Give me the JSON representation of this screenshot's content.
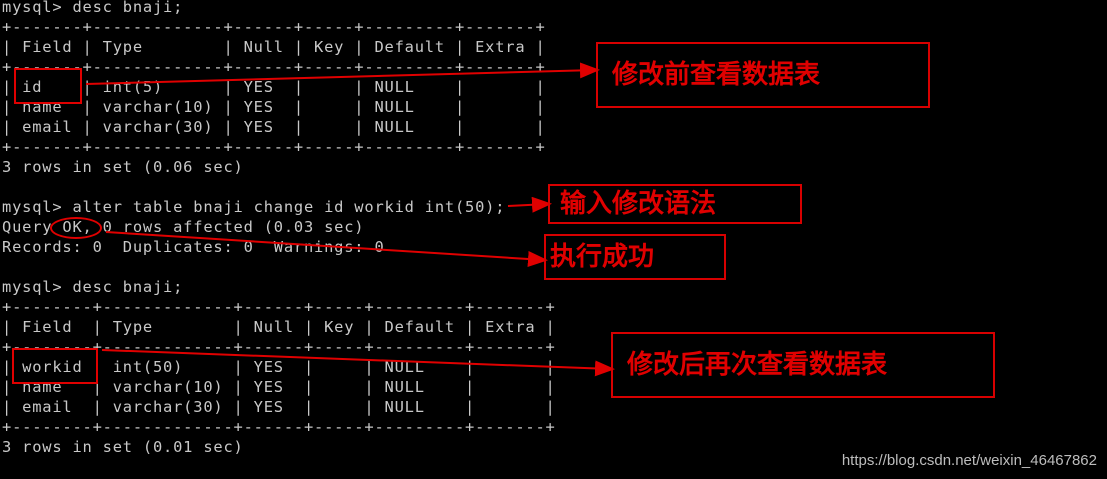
{
  "terminal": {
    "lines": [
      "mysql> desc bnaji;",
      "+-------+-------------+------+-----+---------+-------+",
      "| Field | Type        | Null | Key | Default | Extra |",
      "+-------+-------------+------+-----+---------+-------+",
      "| id    | int(5)      | YES  |     | NULL    |       |",
      "| name  | varchar(10) | YES  |     | NULL    |       |",
      "| email | varchar(30) | YES  |     | NULL    |       |",
      "+-------+-------------+------+-----+---------+-------+",
      "3 rows in set (0.06 sec)",
      "",
      "mysql> alter table bnaji change id workid int(50);",
      "Query OK, 0 rows affected (0.03 sec)",
      "Records: 0  Duplicates: 0  Warnings: 0",
      "",
      "mysql> desc bnaji;",
      "+--------+-------------+------+-----+---------+-------+",
      "| Field  | Type        | Null | Key | Default | Extra |",
      "+--------+-------------+------+-----+---------+-------+",
      "| workid | int(50)     | YES  |     | NULL    |       |",
      "| name   | varchar(10) | YES  |     | NULL    |       |",
      "| email  | varchar(30) | YES  |     | NULL    |       |",
      "+--------+-------------+------+-----+---------+-------+",
      "3 rows in set (0.01 sec)"
    ]
  },
  "annotations": {
    "before_label": "修改前查看数据表",
    "syntax_label": "输入修改语法",
    "success_label": "执行成功",
    "after_label": "修改后再次查看数据表"
  },
  "watermark": "https://blog.csdn.net/weixin_46467862",
  "colors": {
    "background": "#000000",
    "text": "#c8c8c8",
    "annotation": "#e00000"
  }
}
